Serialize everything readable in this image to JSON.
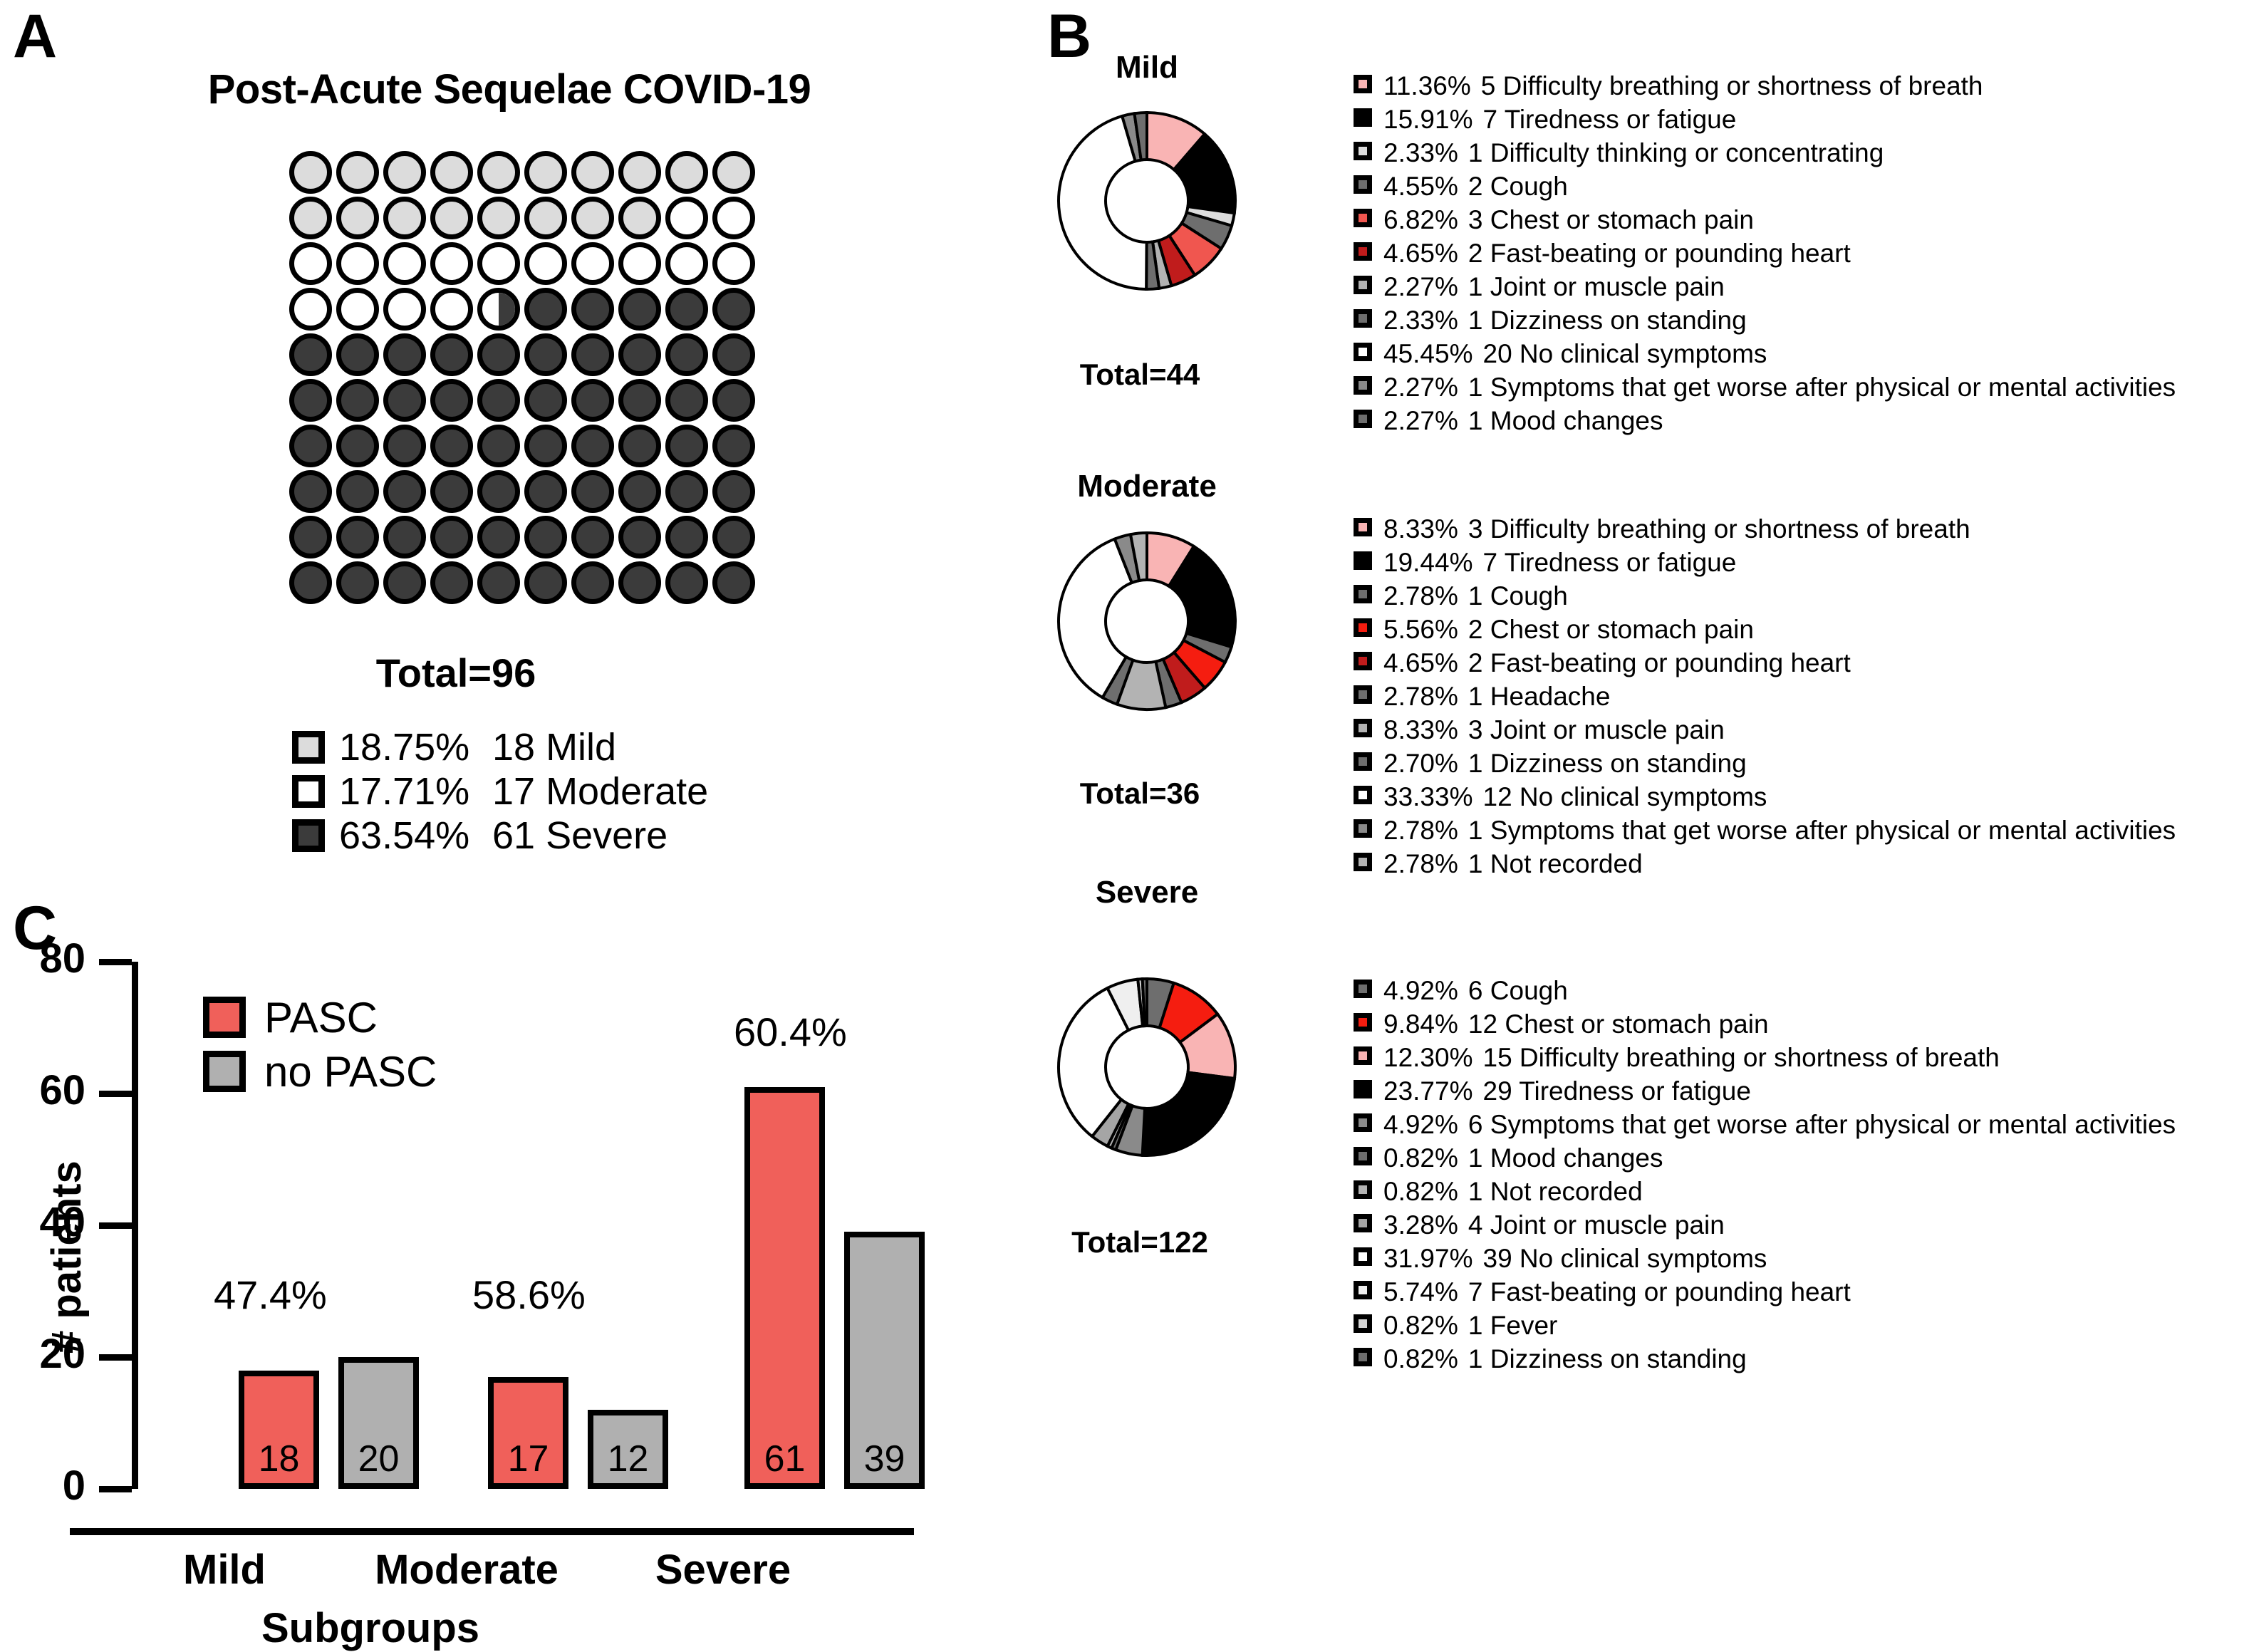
{
  "panels": {
    "a": {
      "letter": "A"
    },
    "b": {
      "letter": "B"
    },
    "c": {
      "letter": "C"
    }
  },
  "panel_a": {
    "title": "Post-Acute Sequelae COVID-19",
    "total_label": "Total=96",
    "legend": [
      {
        "pct": "18.75%",
        "count_label": "18 Mild",
        "color": "#dcdcdc"
      },
      {
        "pct": "17.71%",
        "count_label": "17 Moderate",
        "color": "#ffffff"
      },
      {
        "pct": "63.54%",
        "count_label": "61 Severe",
        "color": "#3b3b3b"
      }
    ]
  },
  "panel_b": {
    "groups": [
      {
        "title": "Mild",
        "total_label": "Total=44",
        "legend": [
          {
            "pct": "11.36%",
            "n": "5",
            "text": "Difficulty breathing or shortness of breath",
            "color": "#f9b4b4"
          },
          {
            "pct": "15.91%",
            "n": "7",
            "text": "Tiredness or fatigue",
            "color": "#000000"
          },
          {
            "pct": "2.33%",
            "n": "1",
            "text": "Difficulty thinking or concentrating",
            "color": "#dcdcdc"
          },
          {
            "pct": "4.55%",
            "n": "2",
            "text": "Cough",
            "color": "#6e6e6e"
          },
          {
            "pct": "6.82%",
            "n": "3",
            "text": "Chest or stomach pain",
            "color": "#f0564f"
          },
          {
            "pct": "4.65%",
            "n": "2",
            "text": "Fast-beating or pounding heart",
            "color": "#c01c1c"
          },
          {
            "pct": "2.27%",
            "n": "1",
            "text": "Joint or muscle pain",
            "color": "#b3b3b3"
          },
          {
            "pct": "2.33%",
            "n": "1",
            "text": "Dizziness on standing",
            "color": "#6e6e6e"
          },
          {
            "pct": "45.45%",
            "n": "20",
            "text": "No clinical symptoms",
            "color": "#ffffff"
          },
          {
            "pct": "2.27%",
            "n": "1",
            "text": "Symptoms that get worse after physical or mental activities",
            "color": "#8a8a8a"
          },
          {
            "pct": "2.27%",
            "n": "1",
            "text": "Mood changes",
            "color": "#6e6e6e"
          }
        ]
      },
      {
        "title": "Moderate",
        "total_label": "Total=36",
        "legend": [
          {
            "pct": "8.33%",
            "n": "3",
            "text": "Difficulty breathing or shortness of breath",
            "color": "#f9b4b4"
          },
          {
            "pct": "19.44%",
            "n": "7",
            "text": "Tiredness or fatigue",
            "color": "#000000"
          },
          {
            "pct": "2.78%",
            "n": "1",
            "text": "Cough",
            "color": "#6e6e6e"
          },
          {
            "pct": "5.56%",
            "n": "2",
            "text": "Chest or stomach pain",
            "color": "#f51d10"
          },
          {
            "pct": "4.65%",
            "n": "2",
            "text": "Fast-beating or pounding heart",
            "color": "#c01c1c"
          },
          {
            "pct": "2.78%",
            "n": "1",
            "text": "Headache",
            "color": "#6e6e6e"
          },
          {
            "pct": "8.33%",
            "n": "3",
            "text": "Joint or muscle pain",
            "color": "#b3b3b3"
          },
          {
            "pct": "2.70%",
            "n": "1",
            "text": "Dizziness on standing",
            "color": "#6e6e6e"
          },
          {
            "pct": "33.33%",
            "n": "12",
            "text": "No clinical symptoms",
            "color": "#ffffff"
          },
          {
            "pct": "2.78%",
            "n": "1",
            "text": "Symptoms that get worse after physical or mental activities",
            "color": "#8a8a8a"
          },
          {
            "pct": "2.78%",
            "n": "1",
            "text": "Not recorded",
            "color": "#b3b3b3"
          }
        ]
      },
      {
        "title": "Severe",
        "total_label": "Total=122",
        "legend": [
          {
            "pct": "4.92%",
            "n": "6",
            "text": "Cough",
            "color": "#6e6e6e"
          },
          {
            "pct": "9.84%",
            "n": "12",
            "text": "Chest or stomach pain",
            "color": "#f51d10"
          },
          {
            "pct": "12.30%",
            "n": "15",
            "text": "Difficulty breathing or shortness of breath",
            "color": "#f9b4b4"
          },
          {
            "pct": "23.77%",
            "n": "29",
            "text": "Tiredness or fatigue",
            "color": "#000000"
          },
          {
            "pct": "4.92%",
            "n": "6",
            "text": "Symptoms that get worse after physical or mental activities",
            "color": "#8a8a8a"
          },
          {
            "pct": "0.82%",
            "n": "1",
            "text": "Mood changes",
            "color": "#6e6e6e"
          },
          {
            "pct": "0.82%",
            "n": "1",
            "text": "Not recorded",
            "color": "#b3b3b3"
          },
          {
            "pct": "3.28%",
            "n": "4",
            "text": "Joint or muscle pain",
            "color": "#a5a5a5"
          },
          {
            "pct": "31.97%",
            "n": "39",
            "text": "No clinical symptoms",
            "color": "#ffffff"
          },
          {
            "pct": "5.74%",
            "n": "7",
            "text": "Fast-beating or pounding heart",
            "color": "#efefef"
          },
          {
            "pct": "0.82%",
            "n": "1",
            "text": "Fever",
            "color": "#d5d5d5"
          },
          {
            "pct": "0.82%",
            "n": "1",
            "text": "Dizziness on standing",
            "color": "#6e6e6e"
          }
        ]
      }
    ]
  },
  "panel_c": {
    "ylabel": "# patients",
    "xlabel": "Subgroups",
    "legend": [
      {
        "label": "PASC",
        "color": "#f0605a"
      },
      {
        "label": "no PASC",
        "color": "#b0b0b0"
      }
    ],
    "yticks": [
      "0",
      "20",
      "40",
      "60",
      "80"
    ]
  },
  "chart_data": [
    {
      "type": "bar",
      "title": "",
      "xlabel": "Subgroups",
      "ylabel": "# patients",
      "ylim": [
        0,
        80
      ],
      "yticks": [
        0,
        20,
        40,
        60,
        80
      ],
      "grid": false,
      "legend_position": "top-left",
      "categories": [
        "Mild",
        "Moderate",
        "Severe"
      ],
      "series": [
        {
          "name": "PASC",
          "color": "#f0605a",
          "values": [
            18,
            17,
            61
          ]
        },
        {
          "name": "no PASC",
          "color": "#b0b0b0",
          "values": [
            20,
            12,
            39
          ]
        }
      ],
      "annotations": [
        {
          "category": "Mild",
          "text": "47.4%"
        },
        {
          "category": "Moderate",
          "text": "58.6%"
        },
        {
          "category": "Severe",
          "text": "60.4%"
        }
      ]
    },
    {
      "type": "pictogram",
      "title": "Post-Acute Sequelae COVID-19",
      "total": 96,
      "total_label": "Total=96",
      "rows": 10,
      "cols": 10,
      "categories": [
        "Mild",
        "Moderate",
        "Severe"
      ],
      "values": [
        18,
        17,
        61
      ],
      "percents": [
        "18.75%",
        "17.71%",
        "63.54%"
      ],
      "colors": [
        "#dcdcdc",
        "#ffffff",
        "#3b3b3b"
      ]
    },
    {
      "type": "pie",
      "title": "Mild",
      "total": 44,
      "labels": [
        "Difficulty breathing or shortness of breath",
        "Tiredness or fatigue",
        "Difficulty thinking or concentrating",
        "Cough",
        "Chest or stomach pain",
        "Fast-beating or pounding heart",
        "Joint or muscle pain",
        "Dizziness on standing",
        "No clinical symptoms",
        "Symptoms that get worse after physical or mental activities",
        "Mood changes"
      ],
      "values": [
        5,
        7,
        1,
        2,
        3,
        2,
        1,
        1,
        20,
        1,
        1
      ],
      "percents": [
        11.36,
        15.91,
        2.33,
        4.55,
        6.82,
        4.65,
        2.27,
        2.33,
        45.45,
        2.27,
        2.27
      ],
      "colors": [
        "#f9b4b4",
        "#000000",
        "#dcdcdc",
        "#6e6e6e",
        "#f0564f",
        "#c01c1c",
        "#b3b3b3",
        "#6e6e6e",
        "#ffffff",
        "#8a8a8a",
        "#6e6e6e"
      ]
    },
    {
      "type": "pie",
      "title": "Moderate",
      "total": 36,
      "labels": [
        "Difficulty breathing or shortness of breath",
        "Tiredness or fatigue",
        "Cough",
        "Chest or stomach pain",
        "Fast-beating or pounding heart",
        "Headache",
        "Joint or muscle pain",
        "Dizziness on standing",
        "No clinical symptoms",
        "Symptoms that get worse after physical or mental activities",
        "Not recorded"
      ],
      "values": [
        3,
        7,
        1,
        2,
        2,
        1,
        3,
        1,
        12,
        1,
        1
      ],
      "percents": [
        8.33,
        19.44,
        2.78,
        5.56,
        4.65,
        2.78,
        8.33,
        2.7,
        33.33,
        2.78,
        2.78
      ],
      "colors": [
        "#f9b4b4",
        "#000000",
        "#6e6e6e",
        "#f51d10",
        "#c01c1c",
        "#6e6e6e",
        "#b3b3b3",
        "#6e6e6e",
        "#ffffff",
        "#8a8a8a",
        "#b3b3b3"
      ]
    },
    {
      "type": "pie",
      "title": "Severe",
      "total": 122,
      "labels": [
        "Cough",
        "Chest or stomach pain",
        "Difficulty breathing or shortness of breath",
        "Tiredness or fatigue",
        "Symptoms that get worse after physical or mental activities",
        "Mood changes",
        "Not recorded",
        "Joint or muscle pain",
        "No clinical symptoms",
        "Fast-beating or pounding heart",
        "Fever",
        "Dizziness on standing"
      ],
      "values": [
        6,
        12,
        15,
        29,
        6,
        1,
        1,
        4,
        39,
        7,
        1,
        1
      ],
      "percents": [
        4.92,
        9.84,
        12.3,
        23.77,
        4.92,
        0.82,
        0.82,
        3.28,
        31.97,
        5.74,
        0.82,
        0.82
      ],
      "colors": [
        "#6e6e6e",
        "#f51d10",
        "#f9b4b4",
        "#000000",
        "#8a8a8a",
        "#6e6e6e",
        "#b3b3b3",
        "#a5a5a5",
        "#ffffff",
        "#efefef",
        "#d5d5d5",
        "#6e6e6e"
      ]
    }
  ]
}
